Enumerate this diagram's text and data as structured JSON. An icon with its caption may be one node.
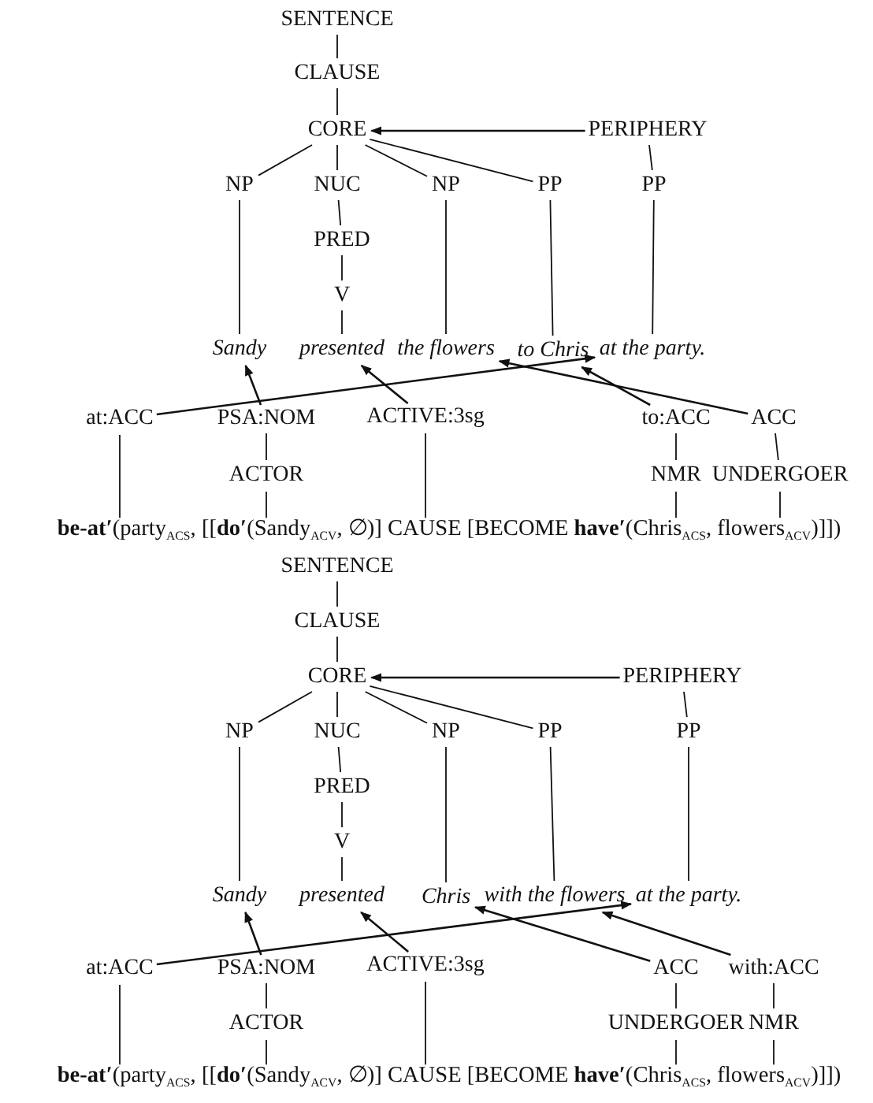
{
  "diagram": {
    "nodes": [
      {
        "text": [
          "SENTENCE"
        ]
      },
      {
        "text": [
          "CLAUSE"
        ]
      },
      {
        "text": [
          "CORE"
        ]
      },
      {
        "text": [
          "PERIPHERY"
        ]
      },
      {
        "text": [
          "NP"
        ]
      },
      {
        "text": [
          "NUC"
        ]
      },
      {
        "text": [
          "NP"
        ]
      },
      {
        "text": [
          "PP"
        ]
      },
      {
        "text": [
          "PP"
        ]
      },
      {
        "text": [
          "PRED"
        ]
      },
      {
        "text": [
          "V"
        ]
      },
      {
        "text": [
          "Sandy"
        ]
      },
      {
        "text": [
          "presented"
        ]
      },
      {
        "text": [
          "the flowers"
        ]
      },
      {
        "text": [
          "to Chris"
        ]
      },
      {
        "text": [
          "at the party."
        ]
      },
      {
        "text": [
          "at:ACC"
        ]
      },
      {
        "text": [
          "PSA:NOM"
        ]
      },
      {
        "text": [
          "ACTIVE:3sg"
        ]
      },
      {
        "text": [
          "to:ACC"
        ]
      },
      {
        "text": [
          "ACC"
        ]
      },
      {
        "text": [
          "ACTOR"
        ]
      },
      {
        "text": [
          "NMR"
        ]
      },
      {
        "text": [
          "UNDERGOER"
        ]
      },
      {
        "text": [
          "**be-at′**(party$_{ACS}$, [[**do′**(Sandy$_{ACV}$, ∅)] CAUSE [BECOME **have′**(Chris$_{ACS}$, flowers$_{ACV}$)]])"
        ]
      },
      {
        "text": [
          "SENTENCE"
        ]
      },
      {
        "text": [
          "CLAUSE"
        ]
      },
      {
        "text": [
          "CORE"
        ]
      },
      {
        "text": [
          "PERIPHERY"
        ]
      },
      {
        "text": [
          "NP"
        ]
      },
      {
        "text": [
          "NUC"
        ]
      },
      {
        "text": [
          "NP"
        ]
      },
      {
        "text": [
          "PP"
        ]
      },
      {
        "text": [
          "PP"
        ]
      },
      {
        "text": [
          "PRED"
        ]
      },
      {
        "text": [
          "V"
        ]
      },
      {
        "text": [
          "Sandy"
        ]
      },
      {
        "text": [
          "presented"
        ]
      },
      {
        "text": [
          "Chris"
        ]
      },
      {
        "text": [
          "with the flowers"
        ]
      },
      {
        "text": [
          "at the party."
        ]
      },
      {
        "text": [
          "at:ACC"
        ]
      },
      {
        "text": [
          "PSA:NOM"
        ]
      },
      {
        "text": [
          "ACTIVE:3sg"
        ]
      },
      {
        "text": [
          "ACC"
        ]
      },
      {
        "text": [
          "with:ACC"
        ]
      },
      {
        "text": [
          "ACTOR"
        ]
      },
      {
        "text": [
          "UNDERGOER"
        ]
      },
      {
        "text": [
          "NMR"
        ]
      },
      {
        "text": [
          "**be-at′**(party$_{ACS}$, [[**do′**(Sandy$_{ACV}$, ∅)] CAUSE [BECOME **have′**(Chris$_{ACS}$, flowers$_{ACV}$)]])"
        ]
      }
    ],
    "edges": [
      {
        "from": 0,
        "to": 1,
        "arrow": "none"
      },
      {
        "from": 1,
        "to": 2,
        "arrow": "none"
      },
      {
        "from": 3,
        "to": 2,
        "arrow": "to"
      },
      {
        "from": 2,
        "to": 4,
        "arrow": "none"
      },
      {
        "from": 2,
        "to": 5,
        "arrow": "none"
      },
      {
        "from": 2,
        "to": 6,
        "arrow": "none"
      },
      {
        "from": 2,
        "to": 7,
        "arrow": "none"
      },
      {
        "from": 3,
        "to": 8,
        "arrow": "none"
      },
      {
        "from": 5,
        "to": 9,
        "arrow": "none"
      },
      {
        "from": 9,
        "to": 10,
        "arrow": "none"
      },
      {
        "from": 4,
        "to": 11,
        "arrow": "none"
      },
      {
        "from": 10,
        "to": 12,
        "arrow": "none"
      },
      {
        "from": 6,
        "to": 13,
        "arrow": "none"
      },
      {
        "from": 7,
        "to": 14,
        "arrow": "none"
      },
      {
        "from": 8,
        "to": 15,
        "arrow": "none"
      },
      {
        "from": 16,
        "to": 15,
        "arrow": "to"
      },
      {
        "from": 17,
        "to": 11,
        "arrow": "to"
      },
      {
        "from": 18,
        "to": 12,
        "arrow": "to"
      },
      {
        "from": 19,
        "to": 14,
        "arrow": "to"
      },
      {
        "from": 20,
        "to": 13,
        "arrow": "to"
      },
      {
        "from": 17,
        "to": 21,
        "arrow": "none"
      },
      {
        "from": 19,
        "to": 22,
        "arrow": "none"
      },
      {
        "from": 20,
        "to": 23,
        "arrow": "none"
      },
      {
        "from": 16,
        "to": 24,
        "arrow": "none"
      },
      {
        "from": 21,
        "to": 24,
        "arrow": "none"
      },
      {
        "from": 18,
        "to": 24,
        "arrow": "none"
      },
      {
        "from": 22,
        "to": 24,
        "arrow": "none"
      },
      {
        "from": 23,
        "to": 24,
        "arrow": "none"
      },
      {
        "from": 25,
        "to": 26,
        "arrow": "none"
      },
      {
        "from": 26,
        "to": 27,
        "arrow": "none"
      },
      {
        "from": 28,
        "to": 27,
        "arrow": "to"
      },
      {
        "from": 27,
        "to": 29,
        "arrow": "none"
      },
      {
        "from": 27,
        "to": 30,
        "arrow": "none"
      },
      {
        "from": 27,
        "to": 31,
        "arrow": "none"
      },
      {
        "from": 27,
        "to": 32,
        "arrow": "none"
      },
      {
        "from": 28,
        "to": 33,
        "arrow": "none"
      },
      {
        "from": 30,
        "to": 34,
        "arrow": "none"
      },
      {
        "from": 34,
        "to": 35,
        "arrow": "none"
      },
      {
        "from": 29,
        "to": 36,
        "arrow": "none"
      },
      {
        "from": 35,
        "to": 37,
        "arrow": "none"
      },
      {
        "from": 31,
        "to": 38,
        "arrow": "none"
      },
      {
        "from": 32,
        "to": 39,
        "arrow": "none"
      },
      {
        "from": 33,
        "to": 40,
        "arrow": "none"
      },
      {
        "from": 41,
        "to": 40,
        "arrow": "to"
      },
      {
        "from": 42,
        "to": 36,
        "arrow": "to"
      },
      {
        "from": 43,
        "to": 37,
        "arrow": "to"
      },
      {
        "from": 44,
        "to": 38,
        "arrow": "to"
      },
      {
        "from": 45,
        "to": 39,
        "arrow": "to"
      },
      {
        "from": 42,
        "to": 46,
        "arrow": "none"
      },
      {
        "from": 44,
        "to": 47,
        "arrow": "none"
      },
      {
        "from": 45,
        "to": 48,
        "arrow": "none"
      },
      {
        "from": 41,
        "to": 49,
        "arrow": "none"
      },
      {
        "from": 46,
        "to": 49,
        "arrow": "none"
      },
      {
        "from": 43,
        "to": 49,
        "arrow": "none"
      },
      {
        "from": 47,
        "to": 49,
        "arrow": "none"
      },
      {
        "from": 48,
        "to": 49,
        "arrow": "none"
      }
    ]
  }
}
